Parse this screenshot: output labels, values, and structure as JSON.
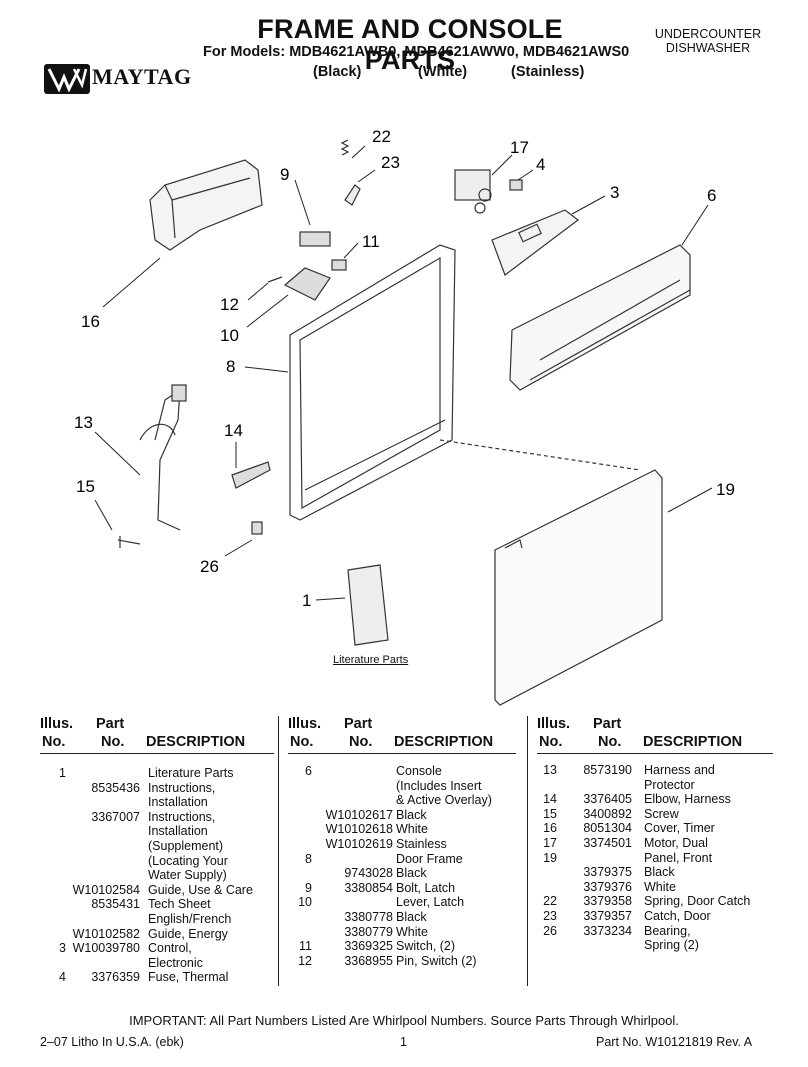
{
  "header": {
    "title": "FRAME AND CONSOLE PARTS",
    "models": "For Models: MDB4621AWB0, MDB4621AWW0, MDB4621AWS0",
    "variants": [
      "(Black)",
      "(White)",
      "(Stainless)"
    ],
    "category_line1": "UNDERCOUNTER",
    "category_line2": "DISHWASHER",
    "brand": "MAYTAG"
  },
  "diagram": {
    "callouts": [
      "22",
      "23",
      "17",
      "4",
      "9",
      "3",
      "6",
      "11",
      "16",
      "12",
      "10",
      "8",
      "13",
      "14",
      "15",
      "19",
      "26",
      "1"
    ],
    "literature_label": "Literature Parts"
  },
  "table": {
    "headers": {
      "illus_1": "Illus.",
      "illus_2": "No.",
      "part_1": "Part",
      "part_2": "No.",
      "desc": "DESCRIPTION"
    },
    "col1": [
      {
        "illus": "1",
        "part": "",
        "desc": "Literature Parts"
      },
      {
        "illus": "",
        "part": "8535436",
        "desc": "Instructions,"
      },
      {
        "illus": "",
        "part": "",
        "desc": "Installation"
      },
      {
        "illus": "",
        "part": "3367007",
        "desc": "Instructions,"
      },
      {
        "illus": "",
        "part": "",
        "desc": "Installation"
      },
      {
        "illus": "",
        "part": "",
        "desc": "(Supplement)"
      },
      {
        "illus": "",
        "part": "",
        "desc": "(Locating Your"
      },
      {
        "illus": "",
        "part": "",
        "desc": "Water Supply)"
      },
      {
        "illus": "",
        "part": "W10102584",
        "desc": "Guide, Use & Care"
      },
      {
        "illus": "",
        "part": "8535431",
        "desc": "Tech Sheet"
      },
      {
        "illus": "",
        "part": "",
        "desc": "English/French"
      },
      {
        "illus": "",
        "part": "W10102582",
        "desc": "Guide, Energy"
      },
      {
        "illus": "3",
        "part": "W10039780",
        "desc": "Control,"
      },
      {
        "illus": "",
        "part": "",
        "desc": "Electronic"
      },
      {
        "illus": "4",
        "part": "3376359",
        "desc": "Fuse, Thermal"
      }
    ],
    "col2": [
      {
        "illus": "6",
        "part": "",
        "desc": "Console"
      },
      {
        "illus": "",
        "part": "",
        "desc": "(Includes Insert"
      },
      {
        "illus": "",
        "part": "",
        "desc": "& Active Overlay)"
      },
      {
        "illus": "",
        "part": "W10102617",
        "desc": "Black"
      },
      {
        "illus": "",
        "part": "W10102618",
        "desc": "White"
      },
      {
        "illus": "",
        "part": "W10102619",
        "desc": "Stainless"
      },
      {
        "illus": "8",
        "part": "",
        "desc": "Door Frame"
      },
      {
        "illus": "",
        "part": "9743028",
        "desc": "Black"
      },
      {
        "illus": "9",
        "part": "3380854",
        "desc": "Bolt, Latch"
      },
      {
        "illus": "10",
        "part": "",
        "desc": "Lever, Latch"
      },
      {
        "illus": "",
        "part": "3380778",
        "desc": "Black"
      },
      {
        "illus": "",
        "part": "3380779",
        "desc": "White"
      },
      {
        "illus": "11",
        "part": "3369325",
        "desc": "Switch, (2)"
      },
      {
        "illus": "12",
        "part": "3368955",
        "desc": "Pin, Switch (2)"
      }
    ],
    "col3": [
      {
        "illus": "13",
        "part": "8573190",
        "desc": "Harness and"
      },
      {
        "illus": "",
        "part": "",
        "desc": "Protector"
      },
      {
        "illus": "14",
        "part": "3376405",
        "desc": "Elbow, Harness"
      },
      {
        "illus": "15",
        "part": "3400892",
        "desc": "Screw"
      },
      {
        "illus": "16",
        "part": "8051304",
        "desc": "Cover, Timer"
      },
      {
        "illus": "17",
        "part": "3374501",
        "desc": "Motor, Dual"
      },
      {
        "illus": "19",
        "part": "",
        "desc": "Panel, Front"
      },
      {
        "illus": "",
        "part": "3379375",
        "desc": "Black"
      },
      {
        "illus": "",
        "part": "3379376",
        "desc": "White"
      },
      {
        "illus": "22",
        "part": "3379358",
        "desc": "Spring, Door Catch"
      },
      {
        "illus": "23",
        "part": "3379357",
        "desc": "Catch, Door"
      },
      {
        "illus": "26",
        "part": "3373234",
        "desc": "Bearing,"
      },
      {
        "illus": "",
        "part": "",
        "desc": "Spring (2)"
      }
    ]
  },
  "footer": {
    "important": "IMPORTANT: All Part Numbers Listed Are Whirlpool Numbers. Source Parts Through Whirlpool.",
    "litho": "2–07 Litho In U.S.A. (ebk)",
    "page": "1",
    "part_no": "Part No. W10121819 Rev. A"
  }
}
